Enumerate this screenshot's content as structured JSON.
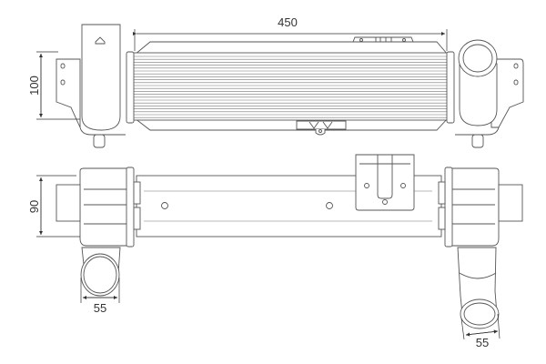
{
  "drawing": {
    "colors": {
      "line": "#555555",
      "background": "#ffffff"
    },
    "dimensions": {
      "length": "450",
      "height": "100",
      "depth": "90",
      "inlet_diameter": "55",
      "outlet_diameter": "55"
    }
  }
}
